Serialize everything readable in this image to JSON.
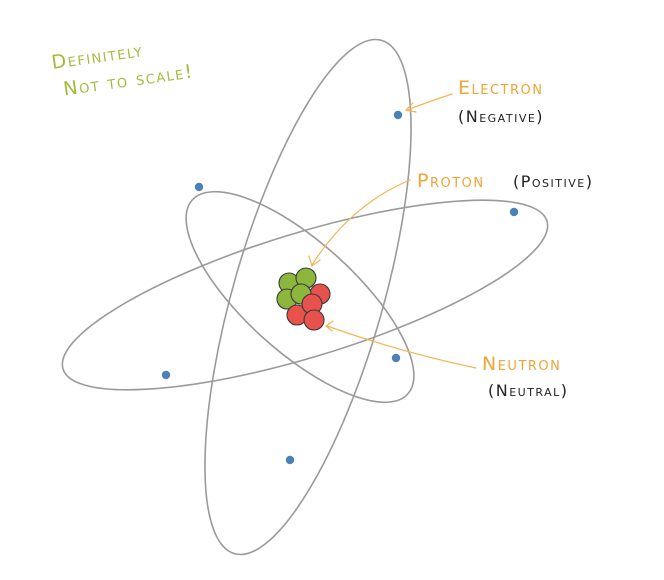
{
  "note": {
    "line1": "Definitely",
    "line2": "Not to scale!"
  },
  "labels": {
    "electron": {
      "name": "Electron",
      "charge": "(Negative)"
    },
    "proton": {
      "name": "Proton",
      "charge": "(Positive)"
    },
    "neutron": {
      "name": "Neutron",
      "charge": "(Neutral)"
    }
  },
  "colors": {
    "orbit": "#9a9a9a",
    "electron": "#4a82b8",
    "proton": "#e9524c",
    "neutron": "#8cb63c",
    "pointer": "#f4b552",
    "note": "#a6bb3c",
    "label_accent": "#f0a534",
    "label_dark": "#222222"
  }
}
